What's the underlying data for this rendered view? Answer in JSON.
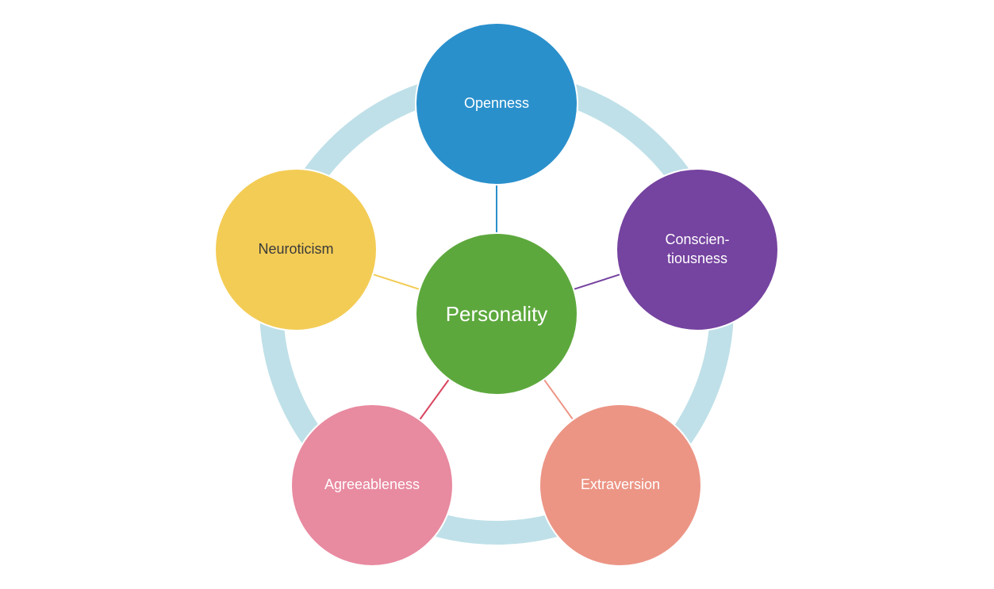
{
  "center": {
    "label": "Personality",
    "fill": "#5da83d",
    "text_color": "#ffffff"
  },
  "ring_color": "#bfe0e8",
  "traits": [
    {
      "id": "openness",
      "lines": [
        "Openness"
      ],
      "fill": "#2a90cc",
      "line_color": "#2a90cc",
      "text_color": "#ffffff"
    },
    {
      "id": "conscientiousness",
      "lines": [
        "Conscien-",
        "tiousness"
      ],
      "fill": "#7543a0",
      "line_color": "#7543a0",
      "text_color": "#ffffff"
    },
    {
      "id": "extraversion",
      "lines": [
        "Extraversion"
      ],
      "fill": "#ec9585",
      "line_color": "#ec9585",
      "text_color": "#ffffff"
    },
    {
      "id": "agreeableness",
      "lines": [
        "Agreeableness"
      ],
      "fill": "#e88aa0",
      "line_color": "#d9435e",
      "text_color": "#ffffff"
    },
    {
      "id": "neuroticism",
      "lines": [
        "Neuroticism"
      ],
      "fill": "#f3cc55",
      "line_color": "#f3cc55",
      "text_color": "#3a3a3a"
    }
  ]
}
